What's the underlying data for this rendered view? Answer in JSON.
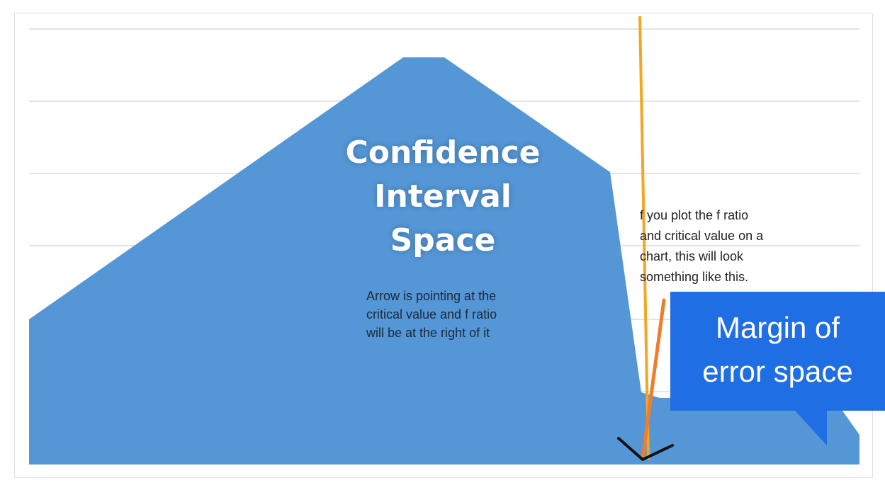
{
  "colors": {
    "area_fill": "#5496d6",
    "gridline": "#dcdcdc",
    "critical_line": "#f4a623",
    "arrow_stroke": "#ee7d31",
    "arrow_head": "#111111",
    "callout_bg": "#1f6ee3"
  },
  "diagram": {
    "area_label_lines": [
      "Confidence",
      "Interval",
      "Space"
    ],
    "arrow_note_lines": [
      "Arrow is pointing at the",
      "critical value and f ratio",
      "will be at the right of it"
    ],
    "plot_note_lines": [
      "f you plot the f ratio",
      "and critical value on a",
      "chart, this will look",
      "something like this."
    ],
    "callout_lines": [
      "Margin of",
      "error space"
    ],
    "icons": [
      "arrow-head-icon"
    ]
  }
}
